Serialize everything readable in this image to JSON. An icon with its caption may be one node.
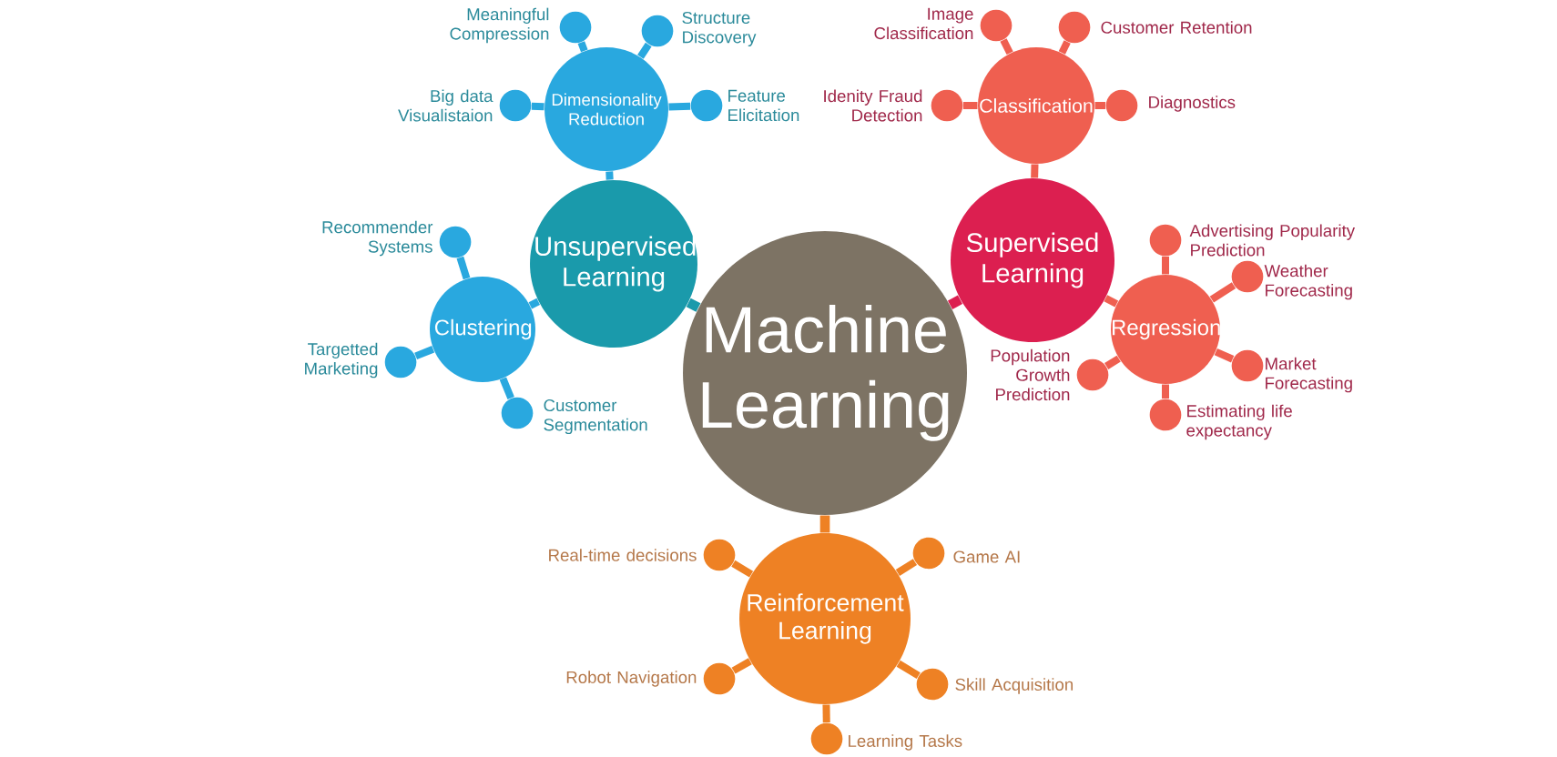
{
  "diagram": {
    "nodes": [
      {
        "text": [
          "Machine Learning"
        ]
      },
      {
        "text": [
          "Unsupervised Learning"
        ]
      },
      {
        "text": [
          "Dimensionality Reduction"
        ]
      },
      {
        "text": [],
        "shape": "circle",
        "beside": [
          "Meaningful Compression"
        ]
      },
      {
        "text": [],
        "shape": "circle",
        "beside": [
          "Structure Discovery"
        ]
      },
      {
        "text": [],
        "shape": "circle",
        "beside": [
          "Big data Visualistaion"
        ]
      },
      {
        "text": [],
        "shape": "circle",
        "beside": [
          "Feature Elicitation"
        ]
      },
      {
        "text": [
          "Clustering"
        ]
      },
      {
        "text": [],
        "shape": "circle",
        "beside": [
          "Recommender Systems"
        ]
      },
      {
        "text": [],
        "shape": "circle",
        "beside": [
          "Targetted Marketing"
        ]
      },
      {
        "text": [],
        "shape": "circle",
        "beside": [
          "Customer Segmentation"
        ]
      },
      {
        "text": [
          "Supervised Learning"
        ]
      },
      {
        "text": [
          "Classification"
        ]
      },
      {
        "text": [],
        "shape": "circle",
        "beside": [
          "Image Classification"
        ]
      },
      {
        "text": [],
        "shape": "circle",
        "beside": [
          "Customer Retention"
        ]
      },
      {
        "text": [],
        "shape": "circle",
        "beside": [
          "Idenity Fraud Detection"
        ]
      },
      {
        "text": [],
        "shape": "circle",
        "beside": [
          "Diagnostics"
        ]
      },
      {
        "text": [
          "Regression"
        ]
      },
      {
        "text": [],
        "shape": "circle",
        "beside": [
          "Advertising Popularity Prediction"
        ]
      },
      {
        "text": [],
        "shape": "circle",
        "beside": [
          "Weather Forecasting"
        ]
      },
      {
        "text": [],
        "shape": "circle",
        "beside": [
          "Population Growth Prediction"
        ]
      },
      {
        "text": [],
        "shape": "circle",
        "beside": [
          "Market Forecasting"
        ]
      },
      {
        "text": [],
        "shape": "circle",
        "beside": [
          "Estimating life expectancy"
        ]
      },
      {
        "text": [
          "Reinforcement Learning"
        ]
      },
      {
        "text": [],
        "shape": "circle",
        "beside": [
          "Real-time decisions"
        ]
      },
      {
        "text": [],
        "shape": "circle",
        "beside": [
          "Game AI"
        ]
      },
      {
        "text": [],
        "shape": "circle",
        "beside": [
          "Robot Navigation"
        ]
      },
      {
        "text": [],
        "shape": "circle",
        "beside": [
          "Skill Acquisition"
        ]
      },
      {
        "text": [],
        "shape": "circle",
        "beside": [
          "Learning Tasks"
        ]
      }
    ],
    "edges": [
      {
        "from": 0,
        "to": 1,
        "arrow": "none",
        "color": "#1a9aab"
      },
      {
        "from": 0,
        "to": 11,
        "arrow": "none",
        "color": "#dc1f50"
      },
      {
        "from": 0,
        "to": 23,
        "arrow": "none",
        "color": "#ee8124"
      },
      {
        "from": 1,
        "to": 2,
        "arrow": "none",
        "color": "#29a8df"
      },
      {
        "from": 2,
        "to": 3,
        "arrow": "none",
        "color": "#29a8df"
      },
      {
        "from": 2,
        "to": 4,
        "arrow": "none",
        "color": "#29a8df"
      },
      {
        "from": 2,
        "to": 5,
        "arrow": "none",
        "color": "#29a8df"
      },
      {
        "from": 2,
        "to": 6,
        "arrow": "none",
        "color": "#29a8df"
      },
      {
        "from": 1,
        "to": 7,
        "arrow": "none",
        "color": "#29a8df"
      },
      {
        "from": 7,
        "to": 8,
        "arrow": "none",
        "color": "#29a8df"
      },
      {
        "from": 7,
        "to": 9,
        "arrow": "none",
        "color": "#29a8df"
      },
      {
        "from": 7,
        "to": 10,
        "arrow": "none",
        "color": "#29a8df"
      },
      {
        "from": 11,
        "to": 12,
        "arrow": "none",
        "color": "#ef5f50"
      },
      {
        "from": 12,
        "to": 13,
        "arrow": "none",
        "color": "#ef5f50"
      },
      {
        "from": 12,
        "to": 14,
        "arrow": "none",
        "color": "#ef5f50"
      },
      {
        "from": 12,
        "to": 15,
        "arrow": "none",
        "color": "#ef5f50"
      },
      {
        "from": 12,
        "to": 16,
        "arrow": "none",
        "color": "#ef5f50"
      },
      {
        "from": 11,
        "to": 17,
        "arrow": "none",
        "color": "#ef5f50"
      },
      {
        "from": 17,
        "to": 18,
        "arrow": "none",
        "color": "#ef5f50"
      },
      {
        "from": 17,
        "to": 19,
        "arrow": "none",
        "color": "#ef5f50"
      },
      {
        "from": 17,
        "to": 20,
        "arrow": "none",
        "color": "#ef5f50"
      },
      {
        "from": 17,
        "to": 21,
        "arrow": "none",
        "color": "#ef5f50"
      },
      {
        "from": 17,
        "to": 22,
        "arrow": "none",
        "color": "#ef5f50"
      },
      {
        "from": 23,
        "to": 24,
        "arrow": "none",
        "color": "#ee8124"
      },
      {
        "from": 23,
        "to": 25,
        "arrow": "none",
        "color": "#ee8124"
      },
      {
        "from": 23,
        "to": 26,
        "arrow": "none",
        "color": "#ee8124"
      },
      {
        "from": 23,
        "to": 27,
        "arrow": "none",
        "color": "#ee8124"
      },
      {
        "from": 23,
        "to": 28,
        "arrow": "none",
        "color": "#ee8124"
      }
    ]
  }
}
